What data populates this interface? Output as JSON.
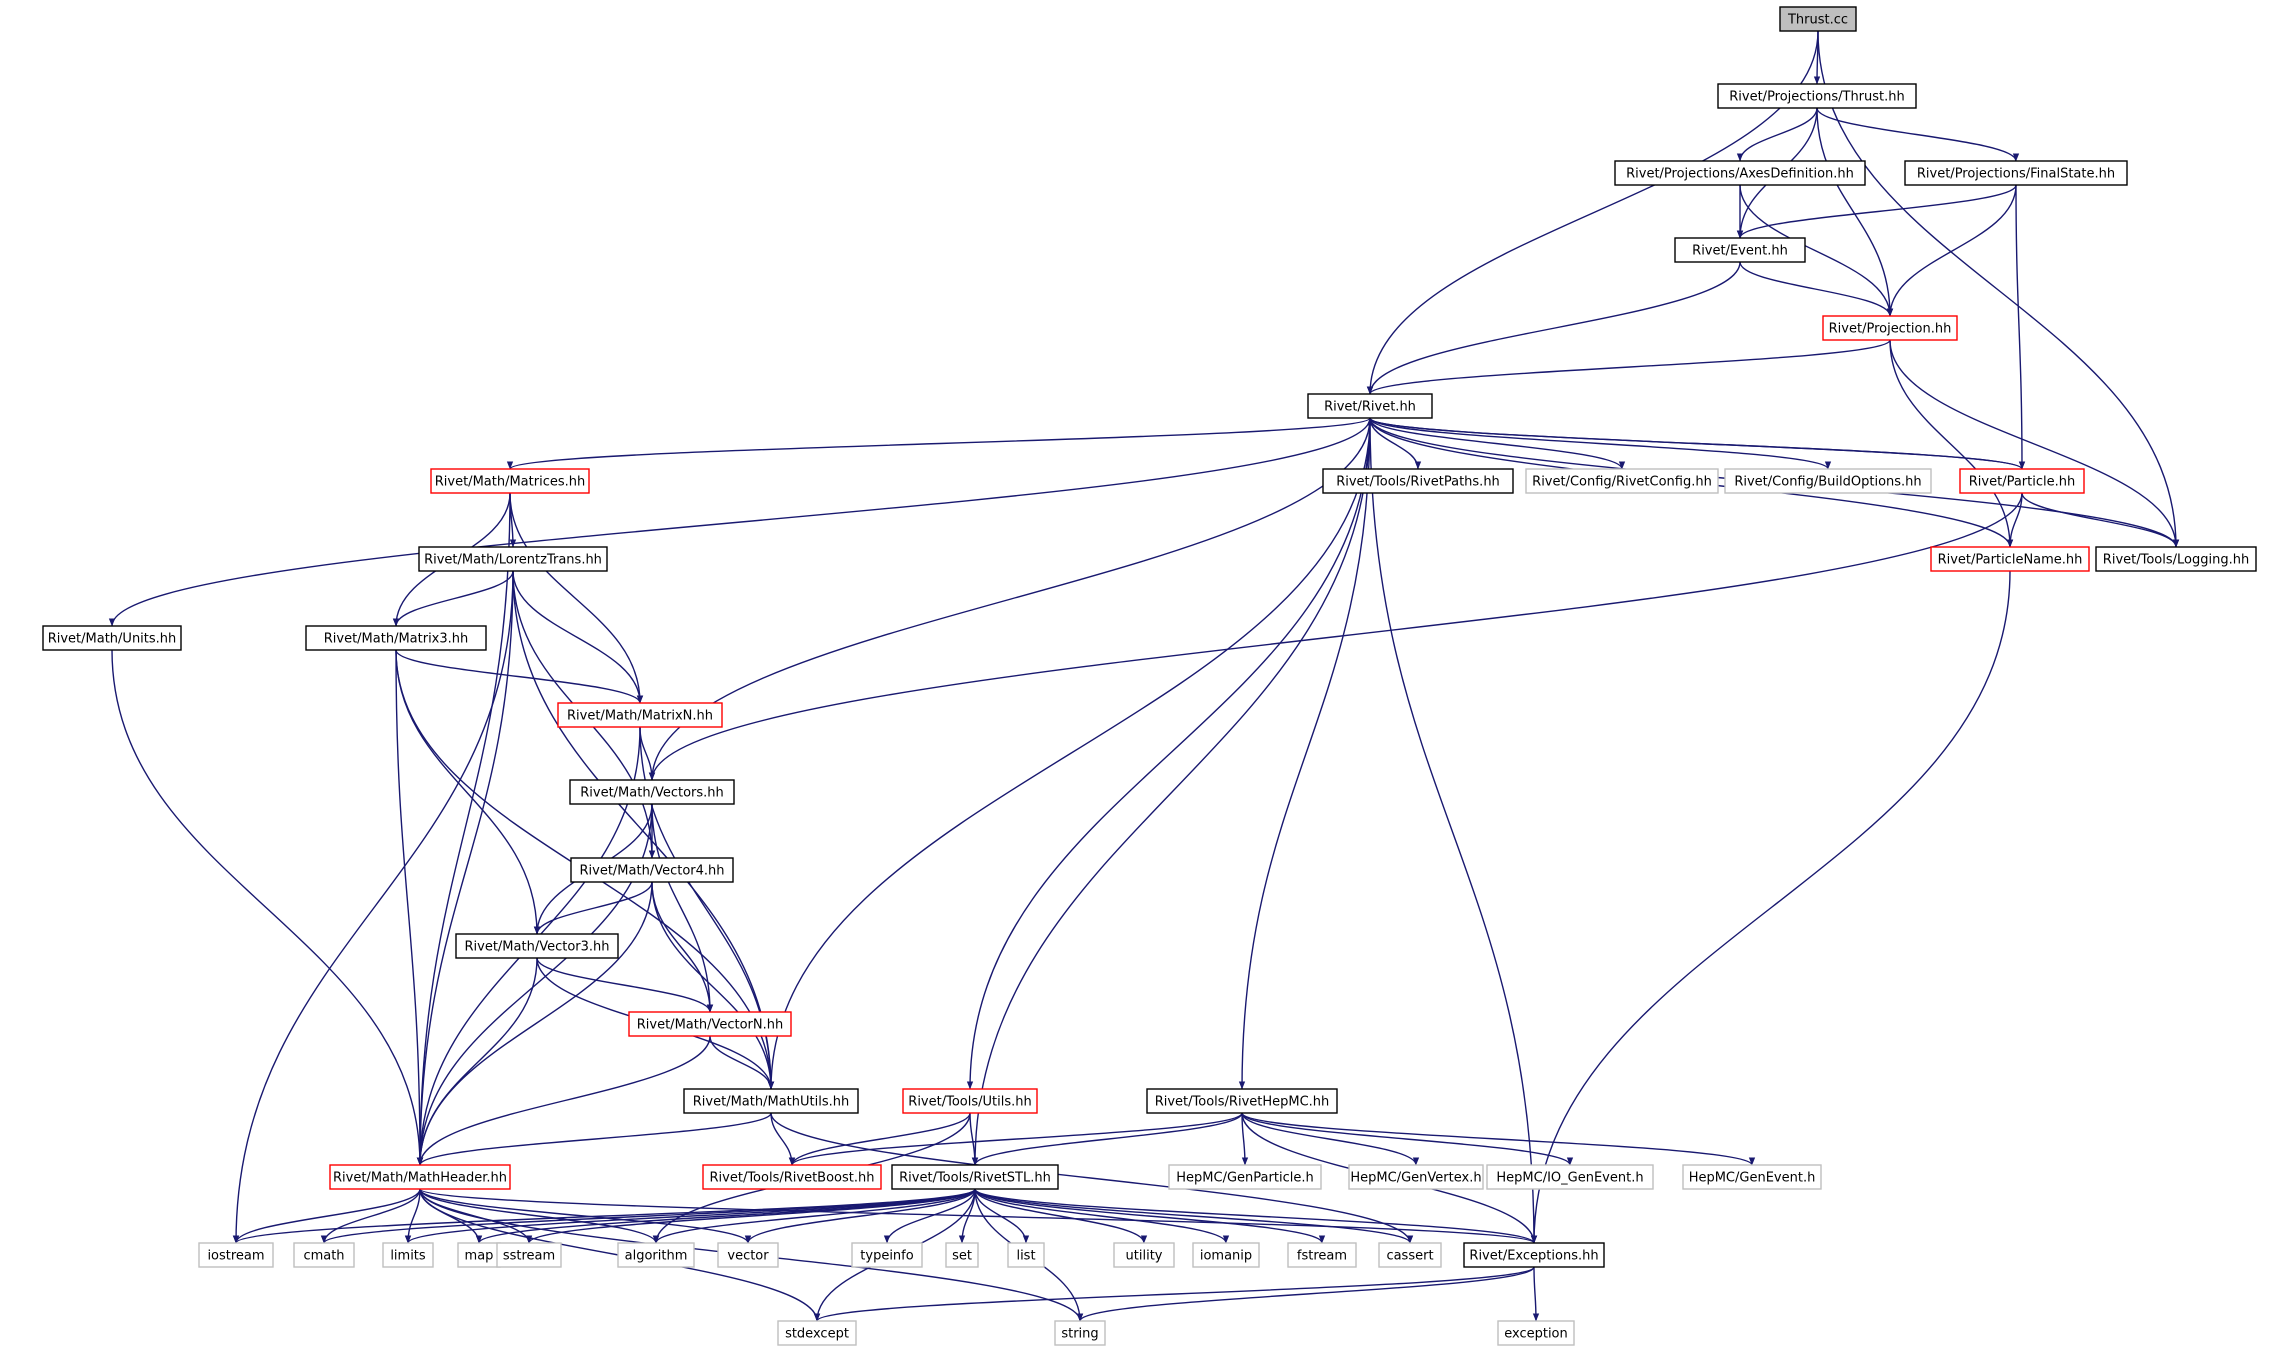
{
  "graph": {
    "colors": {
      "edge": "#191970",
      "box_normal": "#000000",
      "box_truncated": "#ff0000",
      "box_external": "#bfbfbf",
      "root_fill": "#bfbfbf",
      "text": "#000000"
    },
    "nodes": {
      "thrust_cc": {
        "label": "Thrust.cc",
        "kind": "root"
      },
      "proj_thrust": {
        "label": "Rivet/Projections/Thrust.hh",
        "kind": "normal"
      },
      "axes_def": {
        "label": "Rivet/Projections/AxesDefinition.hh",
        "kind": "normal"
      },
      "final_state": {
        "label": "Rivet/Projections/FinalState.hh",
        "kind": "normal"
      },
      "event": {
        "label": "Rivet/Event.hh",
        "kind": "normal"
      },
      "projection": {
        "label": "Rivet/Projection.hh",
        "kind": "truncated"
      },
      "rivet": {
        "label": "Rivet/Rivet.hh",
        "kind": "normal"
      },
      "matrices": {
        "label": "Rivet/Math/Matrices.hh",
        "kind": "truncated"
      },
      "rivet_paths": {
        "label": "Rivet/Tools/RivetPaths.hh",
        "kind": "normal"
      },
      "rivet_config": {
        "label": "Rivet/Config/RivetConfig.hh",
        "kind": "external"
      },
      "build_options": {
        "label": "Rivet/Config/BuildOptions.hh",
        "kind": "external"
      },
      "particle": {
        "label": "Rivet/Particle.hh",
        "kind": "truncated"
      },
      "lorentz": {
        "label": "Rivet/Math/LorentzTrans.hh",
        "kind": "normal"
      },
      "particle_name": {
        "label": "Rivet/ParticleName.hh",
        "kind": "truncated"
      },
      "logging": {
        "label": "Rivet/Tools/Logging.hh",
        "kind": "normal"
      },
      "units": {
        "label": "Rivet/Math/Units.hh",
        "kind": "normal"
      },
      "matrix3": {
        "label": "Rivet/Math/Matrix3.hh",
        "kind": "normal"
      },
      "matrixn": {
        "label": "Rivet/Math/MatrixN.hh",
        "kind": "truncated"
      },
      "vectors": {
        "label": "Rivet/Math/Vectors.hh",
        "kind": "normal"
      },
      "vector4": {
        "label": "Rivet/Math/Vector4.hh",
        "kind": "normal"
      },
      "vector3": {
        "label": "Rivet/Math/Vector3.hh",
        "kind": "normal"
      },
      "vectorn": {
        "label": "Rivet/Math/VectorN.hh",
        "kind": "truncated"
      },
      "mathutils": {
        "label": "Rivet/Math/MathUtils.hh",
        "kind": "normal"
      },
      "tools_utils": {
        "label": "Rivet/Tools/Utils.hh",
        "kind": "truncated"
      },
      "rivet_hepmc": {
        "label": "Rivet/Tools/RivetHepMC.hh",
        "kind": "normal"
      },
      "mathheader": {
        "label": "Rivet/Math/MathHeader.hh",
        "kind": "truncated"
      },
      "rivet_boost": {
        "label": "Rivet/Tools/RivetBoost.hh",
        "kind": "truncated"
      },
      "rivet_stl": {
        "label": "Rivet/Tools/RivetSTL.hh",
        "kind": "normal"
      },
      "gen_particle": {
        "label": "HepMC/GenParticle.h",
        "kind": "external"
      },
      "gen_vertex": {
        "label": "HepMC/GenVertex.h",
        "kind": "external"
      },
      "io_genevent": {
        "label": "HepMC/IO_GenEvent.h",
        "kind": "external"
      },
      "gen_event": {
        "label": "HepMC/GenEvent.h",
        "kind": "external"
      },
      "iostream": {
        "label": "iostream",
        "kind": "external"
      },
      "cmath": {
        "label": "cmath",
        "kind": "external"
      },
      "limits": {
        "label": "limits",
        "kind": "external"
      },
      "map": {
        "label": "map",
        "kind": "external"
      },
      "sstream": {
        "label": "sstream",
        "kind": "external"
      },
      "algorithm": {
        "label": "algorithm",
        "kind": "external"
      },
      "vector": {
        "label": "vector",
        "kind": "external"
      },
      "typeinfo": {
        "label": "typeinfo",
        "kind": "external"
      },
      "set": {
        "label": "set",
        "kind": "external"
      },
      "list": {
        "label": "list",
        "kind": "external"
      },
      "utility": {
        "label": "utility",
        "kind": "external"
      },
      "iomanip": {
        "label": "iomanip",
        "kind": "external"
      },
      "fstream": {
        "label": "fstream",
        "kind": "external"
      },
      "cassert": {
        "label": "cassert",
        "kind": "external"
      },
      "exceptions": {
        "label": "Rivet/Exceptions.hh",
        "kind": "normal"
      },
      "stdexcept": {
        "label": "stdexcept",
        "kind": "external"
      },
      "string": {
        "label": "string",
        "kind": "external"
      },
      "exception": {
        "label": "exception",
        "kind": "external"
      }
    },
    "edges": [
      [
        "thrust_cc",
        "proj_thrust"
      ],
      [
        "thrust_cc",
        "rivet"
      ],
      [
        "thrust_cc",
        "logging"
      ],
      [
        "proj_thrust",
        "axes_def"
      ],
      [
        "proj_thrust",
        "final_state"
      ],
      [
        "proj_thrust",
        "event"
      ],
      [
        "proj_thrust",
        "projection"
      ],
      [
        "axes_def",
        "event"
      ],
      [
        "axes_def",
        "projection"
      ],
      [
        "final_state",
        "event"
      ],
      [
        "final_state",
        "projection"
      ],
      [
        "final_state",
        "particle"
      ],
      [
        "event",
        "projection"
      ],
      [
        "event",
        "rivet"
      ],
      [
        "projection",
        "rivet"
      ],
      [
        "projection",
        "logging"
      ],
      [
        "projection",
        "particle_name"
      ],
      [
        "rivet",
        "matrices"
      ],
      [
        "rivet",
        "rivet_paths"
      ],
      [
        "rivet",
        "rivet_config"
      ],
      [
        "rivet",
        "build_options"
      ],
      [
        "rivet",
        "particle"
      ],
      [
        "rivet",
        "logging"
      ],
      [
        "rivet",
        "particle_name"
      ],
      [
        "rivet",
        "units"
      ],
      [
        "rivet",
        "vectors"
      ],
      [
        "rivet",
        "mathutils"
      ],
      [
        "rivet",
        "tools_utils"
      ],
      [
        "rivet",
        "rivet_stl"
      ],
      [
        "rivet",
        "rivet_hepmc"
      ],
      [
        "rivet",
        "exceptions"
      ],
      [
        "particle",
        "rivet"
      ],
      [
        "particle",
        "particle_name"
      ],
      [
        "particle",
        "logging"
      ],
      [
        "particle",
        "vectors"
      ],
      [
        "particle_name",
        "exceptions"
      ],
      [
        "matrices",
        "lorentz"
      ],
      [
        "matrices",
        "matrix3"
      ],
      [
        "matrices",
        "matrixn"
      ],
      [
        "matrices",
        "mathheader"
      ],
      [
        "lorentz",
        "matrix3"
      ],
      [
        "lorentz",
        "matrixn"
      ],
      [
        "lorentz",
        "vector4"
      ],
      [
        "lorentz",
        "mathutils"
      ],
      [
        "lorentz",
        "mathheader"
      ],
      [
        "lorentz",
        "iostream"
      ],
      [
        "units",
        "mathheader"
      ],
      [
        "matrix3",
        "matrixn"
      ],
      [
        "matrix3",
        "vector3"
      ],
      [
        "matrix3",
        "mathutils"
      ],
      [
        "matrix3",
        "mathheader"
      ],
      [
        "matrixn",
        "vectors"
      ],
      [
        "matrixn",
        "mathutils"
      ],
      [
        "matrixn",
        "mathheader"
      ],
      [
        "vectors",
        "vector4"
      ],
      [
        "vectors",
        "vector3"
      ],
      [
        "vectors",
        "vectorn"
      ],
      [
        "vectors",
        "mathheader"
      ],
      [
        "vector4",
        "vector3"
      ],
      [
        "vector4",
        "vectorn"
      ],
      [
        "vector4",
        "mathutils"
      ],
      [
        "vector4",
        "mathheader"
      ],
      [
        "vector3",
        "vectorn"
      ],
      [
        "vector3",
        "mathutils"
      ],
      [
        "vector3",
        "mathheader"
      ],
      [
        "vectorn",
        "mathutils"
      ],
      [
        "vectorn",
        "mathheader"
      ],
      [
        "mathutils",
        "mathheader"
      ],
      [
        "mathutils",
        "rivet_boost"
      ],
      [
        "mathutils",
        "cassert"
      ],
      [
        "tools_utils",
        "rivet_boost"
      ],
      [
        "tools_utils",
        "rivet_stl"
      ],
      [
        "tools_utils",
        "algorithm"
      ],
      [
        "rivet_hepmc",
        "rivet_boost"
      ],
      [
        "rivet_hepmc",
        "rivet_stl"
      ],
      [
        "rivet_hepmc",
        "gen_particle"
      ],
      [
        "rivet_hepmc",
        "gen_vertex"
      ],
      [
        "rivet_hepmc",
        "io_genevent"
      ],
      [
        "rivet_hepmc",
        "gen_event"
      ],
      [
        "rivet_hepmc",
        "exceptions"
      ],
      [
        "mathheader",
        "iostream"
      ],
      [
        "mathheader",
        "cmath"
      ],
      [
        "mathheader",
        "limits"
      ],
      [
        "mathheader",
        "map"
      ],
      [
        "mathheader",
        "sstream"
      ],
      [
        "mathheader",
        "algorithm"
      ],
      [
        "mathheader",
        "vector"
      ],
      [
        "mathheader",
        "stdexcept"
      ],
      [
        "mathheader",
        "string"
      ],
      [
        "mathheader",
        "exceptions"
      ],
      [
        "rivet_stl",
        "iostream"
      ],
      [
        "rivet_stl",
        "cmath"
      ],
      [
        "rivet_stl",
        "limits"
      ],
      [
        "rivet_stl",
        "map"
      ],
      [
        "rivet_stl",
        "sstream"
      ],
      [
        "rivet_stl",
        "algorithm"
      ],
      [
        "rivet_stl",
        "vector"
      ],
      [
        "rivet_stl",
        "typeinfo"
      ],
      [
        "rivet_stl",
        "set"
      ],
      [
        "rivet_stl",
        "list"
      ],
      [
        "rivet_stl",
        "utility"
      ],
      [
        "rivet_stl",
        "iomanip"
      ],
      [
        "rivet_stl",
        "fstream"
      ],
      [
        "rivet_stl",
        "cassert"
      ],
      [
        "rivet_stl",
        "stdexcept"
      ],
      [
        "rivet_stl",
        "string"
      ],
      [
        "rivet_stl",
        "exceptions"
      ],
      [
        "exceptions",
        "stdexcept"
      ],
      [
        "exceptions",
        "string"
      ],
      [
        "exceptions",
        "exception"
      ]
    ]
  }
}
